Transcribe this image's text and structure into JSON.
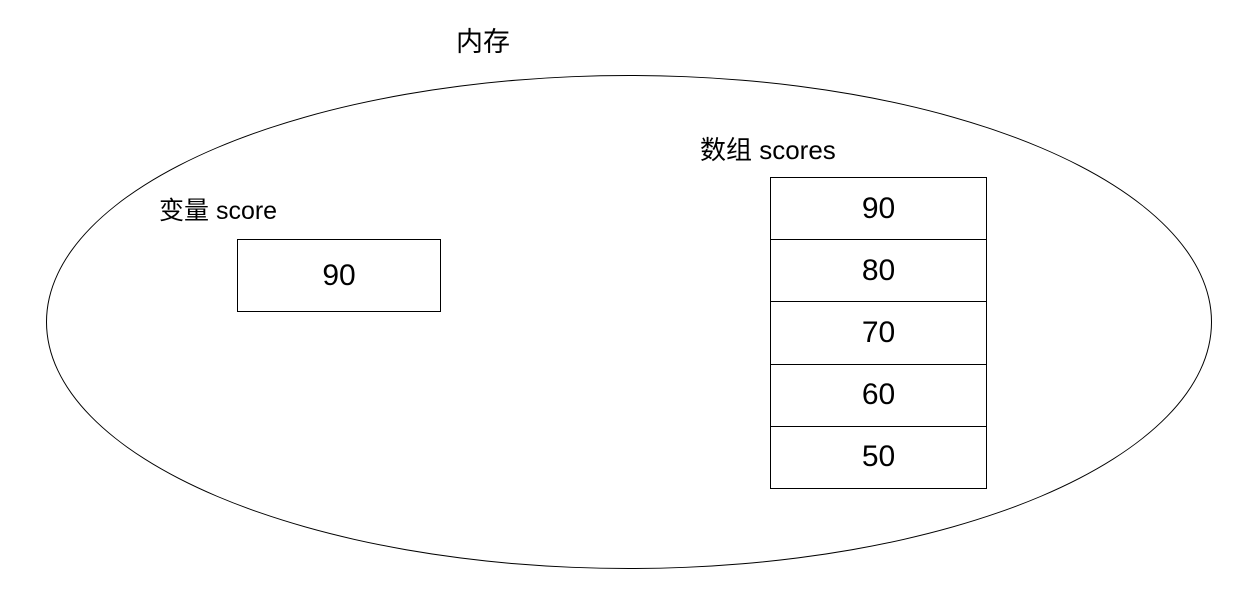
{
  "diagram": {
    "title": "内存",
    "variable": {
      "label": "变量 score",
      "value": "90"
    },
    "array": {
      "label": "数组 scores",
      "values": [
        "90",
        "80",
        "70",
        "60",
        "50"
      ]
    },
    "colors": {
      "background": "#ffffff",
      "line": "#000000",
      "text": "#000000"
    }
  }
}
